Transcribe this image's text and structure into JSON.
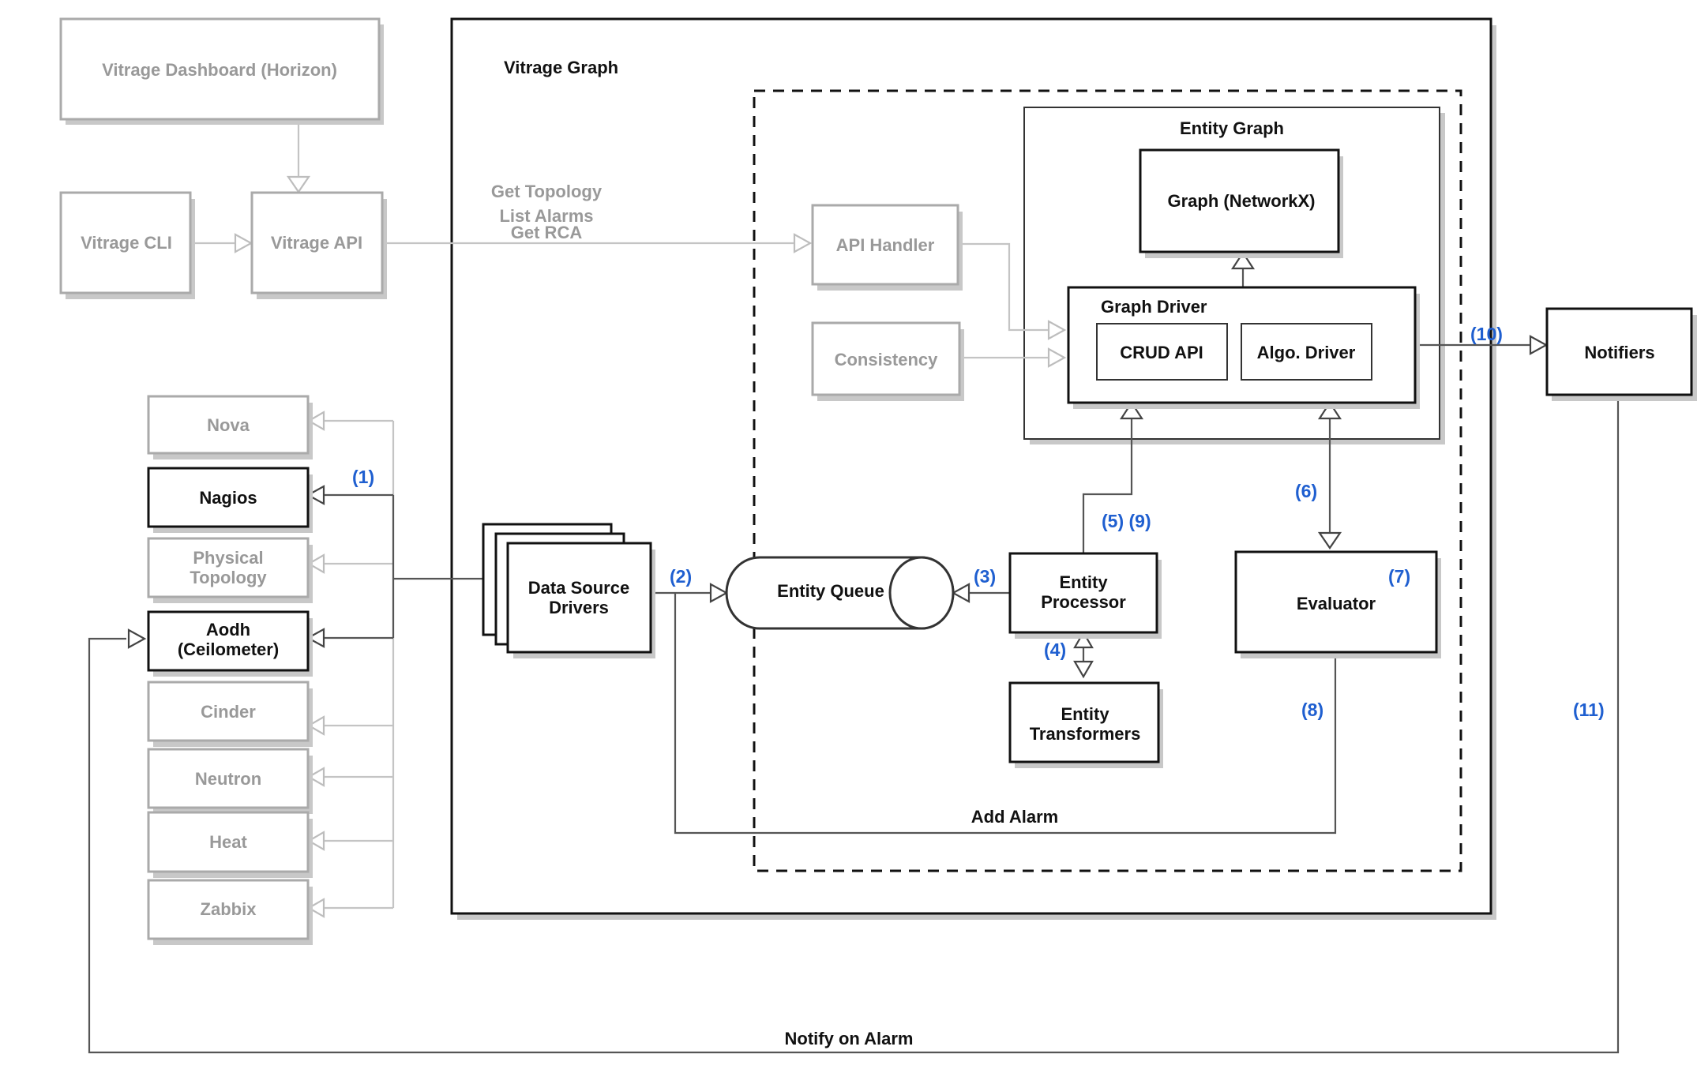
{
  "labels": {
    "vitrage_dashboard": "Vitrage Dashboard (Horizon)",
    "vitrage_cli": "Vitrage CLI",
    "vitrage_api": "Vitrage API",
    "api_request_1": "Get Topology",
    "api_request_2": "List Alarms",
    "api_request_3": "Get RCA",
    "vitrage_graph": "Vitrage Graph",
    "entity_graph": "Entity Graph",
    "graph_networkx": "Graph (NetworkX)",
    "api_handler": "API Handler",
    "consistency": "Consistency",
    "graph_driver": "Graph Driver",
    "crud_api": "CRUD API",
    "algo_driver": "Algo. Driver",
    "notifiers": "Notifiers",
    "nova": "Nova",
    "nagios": "Nagios",
    "physical_topology_1": "Physical",
    "physical_topology_2": "Topology",
    "aodh_1": "Aodh",
    "aodh_2": "(Ceilometer)",
    "cinder": "Cinder",
    "neutron": "Neutron",
    "heat": "Heat",
    "zabbix": "Zabbix",
    "data_source_drivers_1": "Data Source",
    "data_source_drivers_2": "Drivers",
    "entity_queue": "Entity Queue",
    "entity_processor_1": "Entity",
    "entity_processor_2": "Processor",
    "entity_transformers_1": "Entity",
    "entity_transformers_2": "Transformers",
    "evaluator": "Evaluator",
    "add_alarm": "Add Alarm",
    "notify_on_alarm": "Notify on Alarm"
  },
  "steps": {
    "s1": "(1)",
    "s2": "(2)",
    "s3": "(3)",
    "s4": "(4)",
    "s5_9": "(5) (9)",
    "s6": "(6)",
    "s7": "(7)",
    "s8": "(8)",
    "s10": "(10)",
    "s11": "(11)"
  },
  "colors": {
    "active": "#111111",
    "inactive": "#999999",
    "step_number": "#1f5fd0"
  }
}
